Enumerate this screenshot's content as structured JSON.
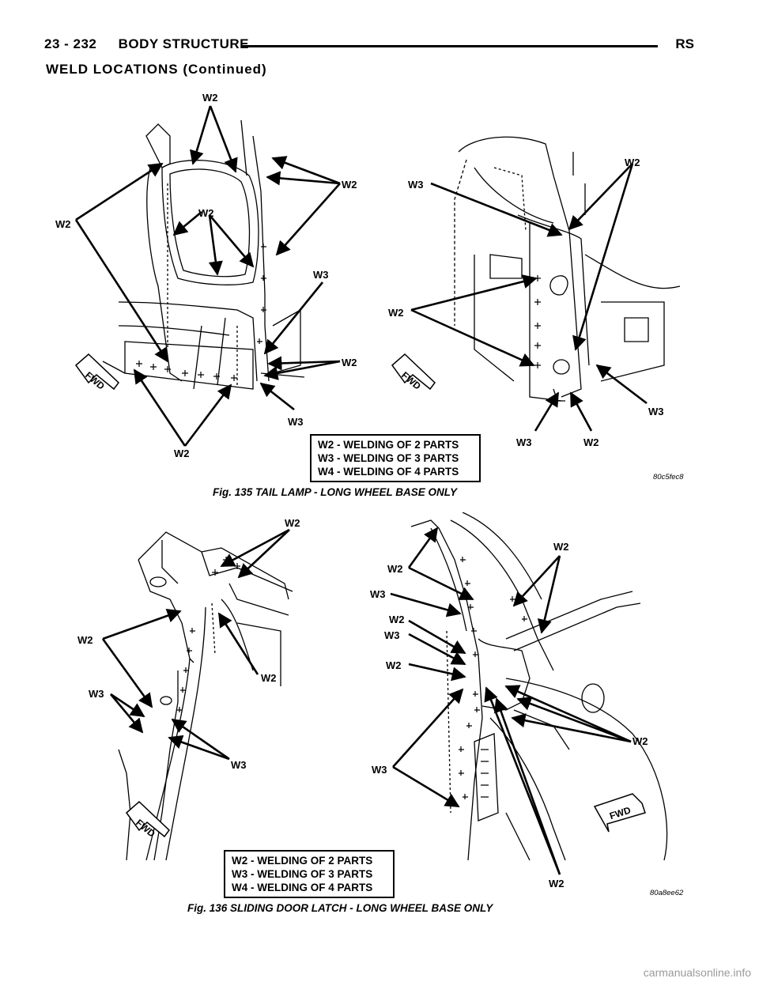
{
  "header": {
    "page_number": "23 - 232",
    "title": "BODY STRUCTURE",
    "code": "RS"
  },
  "section_title": "WELD LOCATIONS (Continued)",
  "figure_135": {
    "caption": "Fig. 135 TAIL LAMP - LONG WHEEL BASE ONLY",
    "image_code": "80c5fec8",
    "labels": {
      "w2": "W2",
      "w3": "W3",
      "fwd": "FWD"
    },
    "legend": [
      "W2 - WELDING OF 2 PARTS",
      "W3 - WELDING OF 3 PARTS",
      "W4 - WELDING OF 4 PARTS"
    ]
  },
  "figure_136": {
    "caption": "Fig. 136 SLIDING DOOR LATCH - LONG WHEEL BASE ONLY",
    "image_code": "80a8ee62",
    "labels": {
      "w2": "W2",
      "w3": "W3",
      "fwd": "FWD"
    },
    "legend": [
      "W2 - WELDING OF 2 PARTS",
      "W3 - WELDING OF 3 PARTS",
      "W4 - WELDING OF 4 PARTS"
    ]
  },
  "watermark": "carmanualsonline.info"
}
